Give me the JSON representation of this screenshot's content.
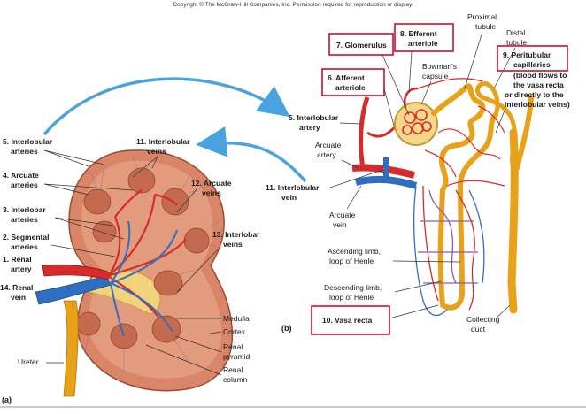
{
  "copyright": "Copyright © The McGraw-Hill Companies, Inc. Permission required for reproduction or display.",
  "panel_a": {
    "tag": "(a)",
    "labels": {
      "interlobular_arteries": [
        "5. Interlobular",
        "arteries"
      ],
      "arcuate_arteries": [
        "4. Arcuate",
        "arteries"
      ],
      "interlobar_arteries": [
        "3. Interlobar",
        "arteries"
      ],
      "segmental_arteries": [
        "2. Segmental",
        "arteries"
      ],
      "renal_artery": [
        "1. Renal",
        "artery"
      ],
      "renal_vein": [
        "14. Renal",
        "vein"
      ],
      "ureter": "Ureter",
      "interlobular_veins": [
        "11. Interlobular",
        "veins"
      ],
      "arcuate_veins": [
        "12. Arcuate",
        "veins"
      ],
      "interlobar_veins": [
        "13. Interlobar",
        "veins"
      ],
      "medulla": "Medulla",
      "cortex": "Cortex",
      "renal_pyramid": [
        "Renal",
        "pyramid"
      ],
      "renal_column": [
        "Renal",
        "column"
      ]
    }
  },
  "panel_b": {
    "tag": "(b)",
    "labels": {
      "glomerulus": "7. Glomerulus",
      "efferent_arteriole": [
        "8. Efferent",
        "arteriole"
      ],
      "afferent_arteriole": [
        "6. Afferent",
        "arteriole"
      ],
      "proximal_tubule": [
        "Proximal",
        "tubule"
      ],
      "distal_tubule": [
        "Distal",
        "tubule"
      ],
      "bowmans_capsule": [
        "Bowman's",
        "capsule"
      ],
      "peritubular_capillaries": [
        "9. Peritubular",
        "capillaries",
        "(blood flows to",
        "the vasa recta",
        "or directly to the",
        "interlobular veins)"
      ],
      "interlobular_artery": [
        "5. Interlobular",
        "artery"
      ],
      "arcuate_artery": [
        "Arcuate",
        "artery"
      ],
      "interlobular_vein": [
        "11. Interlobular",
        "vein"
      ],
      "arcuate_vein": [
        "Arcuate",
        "vein"
      ],
      "ascending_limb": [
        "Ascending limb,",
        "loop of Henle"
      ],
      "descending_limb": [
        "Descending limb,",
        "loop of Henle"
      ],
      "vasa_recta": "10. Vasa recta",
      "collecting_duct": [
        "Collecting",
        "duct"
      ]
    }
  },
  "colors": {
    "artery": "#d62b2b",
    "vein": "#2f6fc1",
    "tubule": "#e8a21a",
    "kidney_tissue": "#d98568",
    "highlight_box": "#c8102e",
    "arrow": "#4aa3df"
  }
}
